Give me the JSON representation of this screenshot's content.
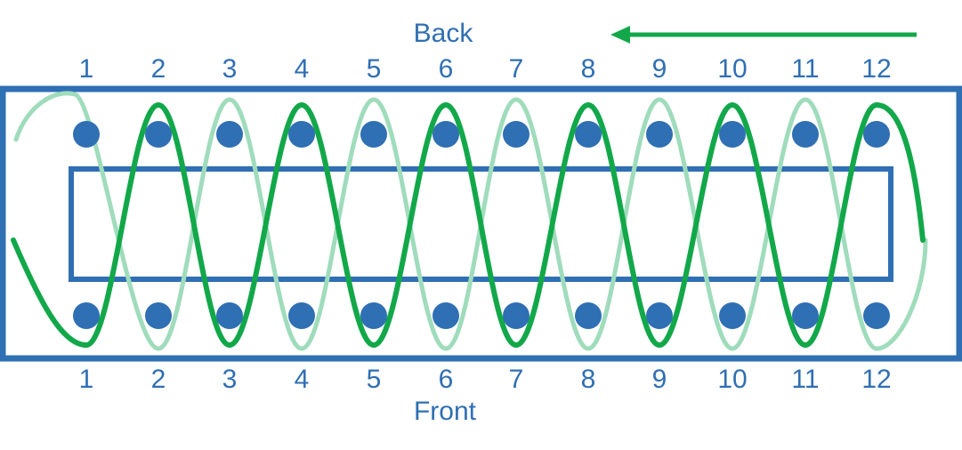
{
  "diagram": {
    "back_label": "Back",
    "front_label": "Front",
    "top_numbers": [
      "1",
      "2",
      "3",
      "4",
      "5",
      "6",
      "7",
      "8",
      "9",
      "10",
      "11",
      "12"
    ],
    "bottom_numbers": [
      "1",
      "2",
      "3",
      "4",
      "5",
      "6",
      "7",
      "8",
      "9",
      "10",
      "11",
      "12"
    ],
    "colors": {
      "frame": "#2f6fb3",
      "peg": "#2f6fb3",
      "text": "#2f6fb3",
      "strand_dark": "#12a84a",
      "strand_light": "#9fdcbc",
      "arrow": "#12a84a"
    }
  }
}
